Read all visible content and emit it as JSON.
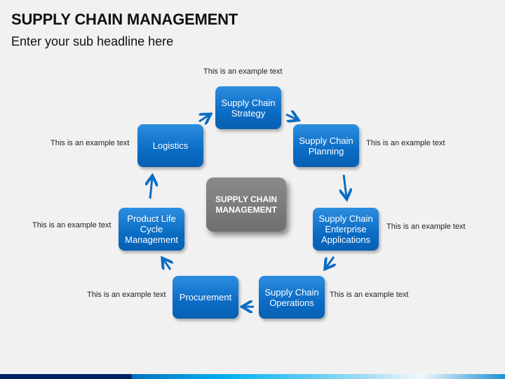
{
  "title": "SUPPLY CHAIN MANAGEMENT",
  "subtitle": "Enter your sub headline here",
  "center": "SUPPLY CHAIN\nMANAGEMENT",
  "nodes": {
    "strategy": "Supply Chain\nStrategy",
    "planning": "Supply Chain\nPlanning",
    "enterprise": "Supply Chain\nEnterprise\nApplications",
    "operations": "Supply Chain\nOperations",
    "procurement": "Procurement",
    "plc": "Product Life\nCycle\nManagement",
    "logistics": "Logistics"
  },
  "labels": {
    "strategy": "This is an example text",
    "planning": "This is an example text",
    "enterprise": "This is an example text",
    "operations": "This is an example text",
    "procurement": "This is an example text",
    "plc": "This is an example text",
    "logistics": "This is an example text"
  },
  "colors": {
    "box": "#0a6cc4",
    "center": "#7a7a7a",
    "navy": "#002060"
  }
}
